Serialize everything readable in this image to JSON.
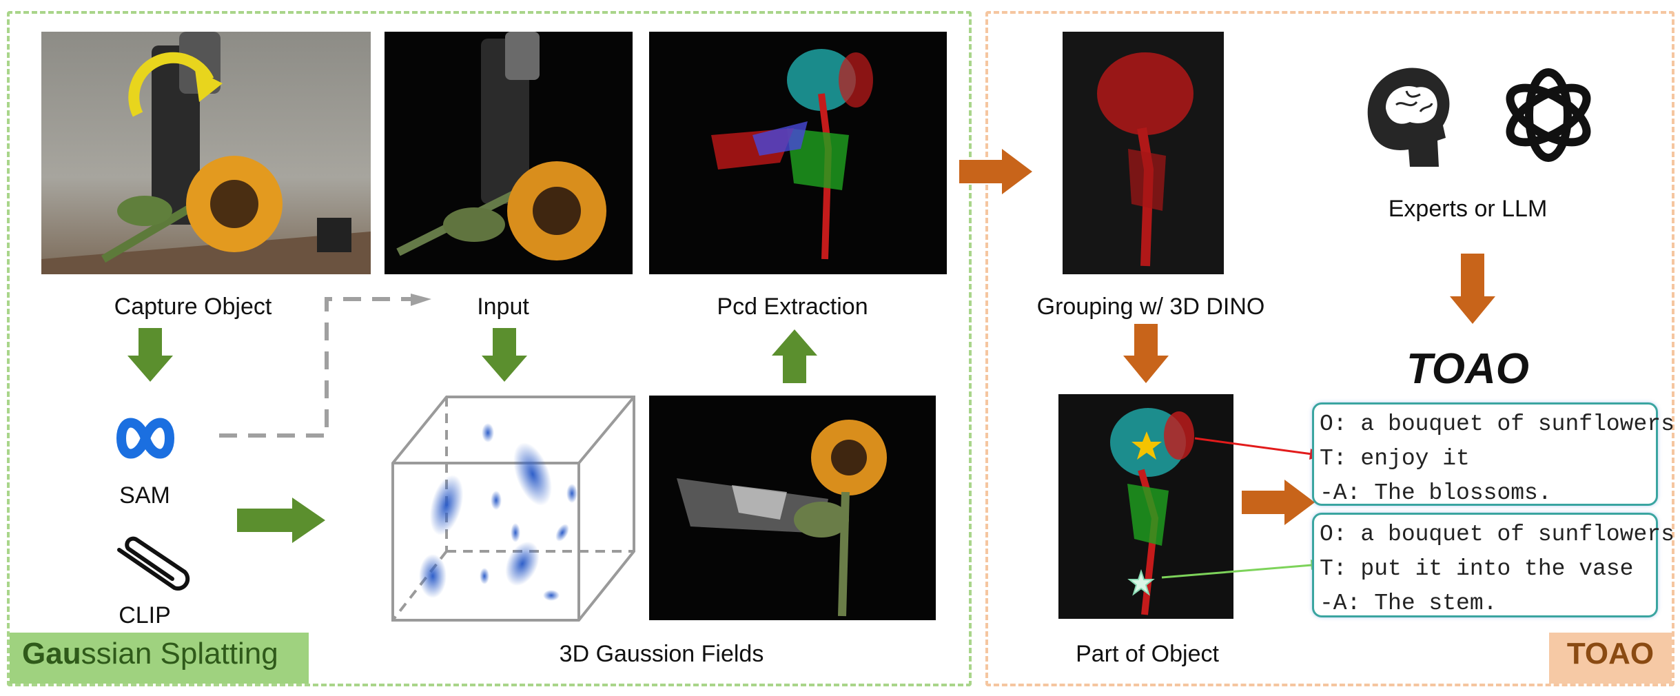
{
  "regions": {
    "left_tag": {
      "bold": "Gau",
      "rest": "ssian Splatting"
    },
    "right_tag": "TOAO",
    "colors": {
      "left_border": "#a9d58a",
      "left_tag_bg": "#9fd27f",
      "right_border": "#f5c6a0",
      "right_tag_bg": "#f6c9a5",
      "right_tag_text": "#8a4a12",
      "green_arrow": "#5b8f2e",
      "orange_arrow": "#c8641a"
    }
  },
  "labels": {
    "capture": "Capture Object",
    "input": "Input",
    "pcd": "Pcd Extraction",
    "grouping": "Grouping w/ 3D DINO",
    "sam": "SAM",
    "clip": "CLIP",
    "fields": "3D Gaussion Fields",
    "part": "Part of Object",
    "experts": "Experts or LLM",
    "toao_title": "TOAO"
  },
  "textboxes": [
    {
      "lines": [
        "O: a bouquet of sunflowers",
        "T: enjoy it",
        "-A: The blossoms."
      ]
    },
    {
      "lines": [
        "O: a bouquet of sunflowers",
        "T: put it into the vase",
        "-A: The stem."
      ]
    }
  ],
  "icons": [
    "meta-logo-icon",
    "paperclip-icon",
    "brain-head-icon",
    "openai-logo-icon",
    "rotate-arrow-icon",
    "star-icon"
  ]
}
